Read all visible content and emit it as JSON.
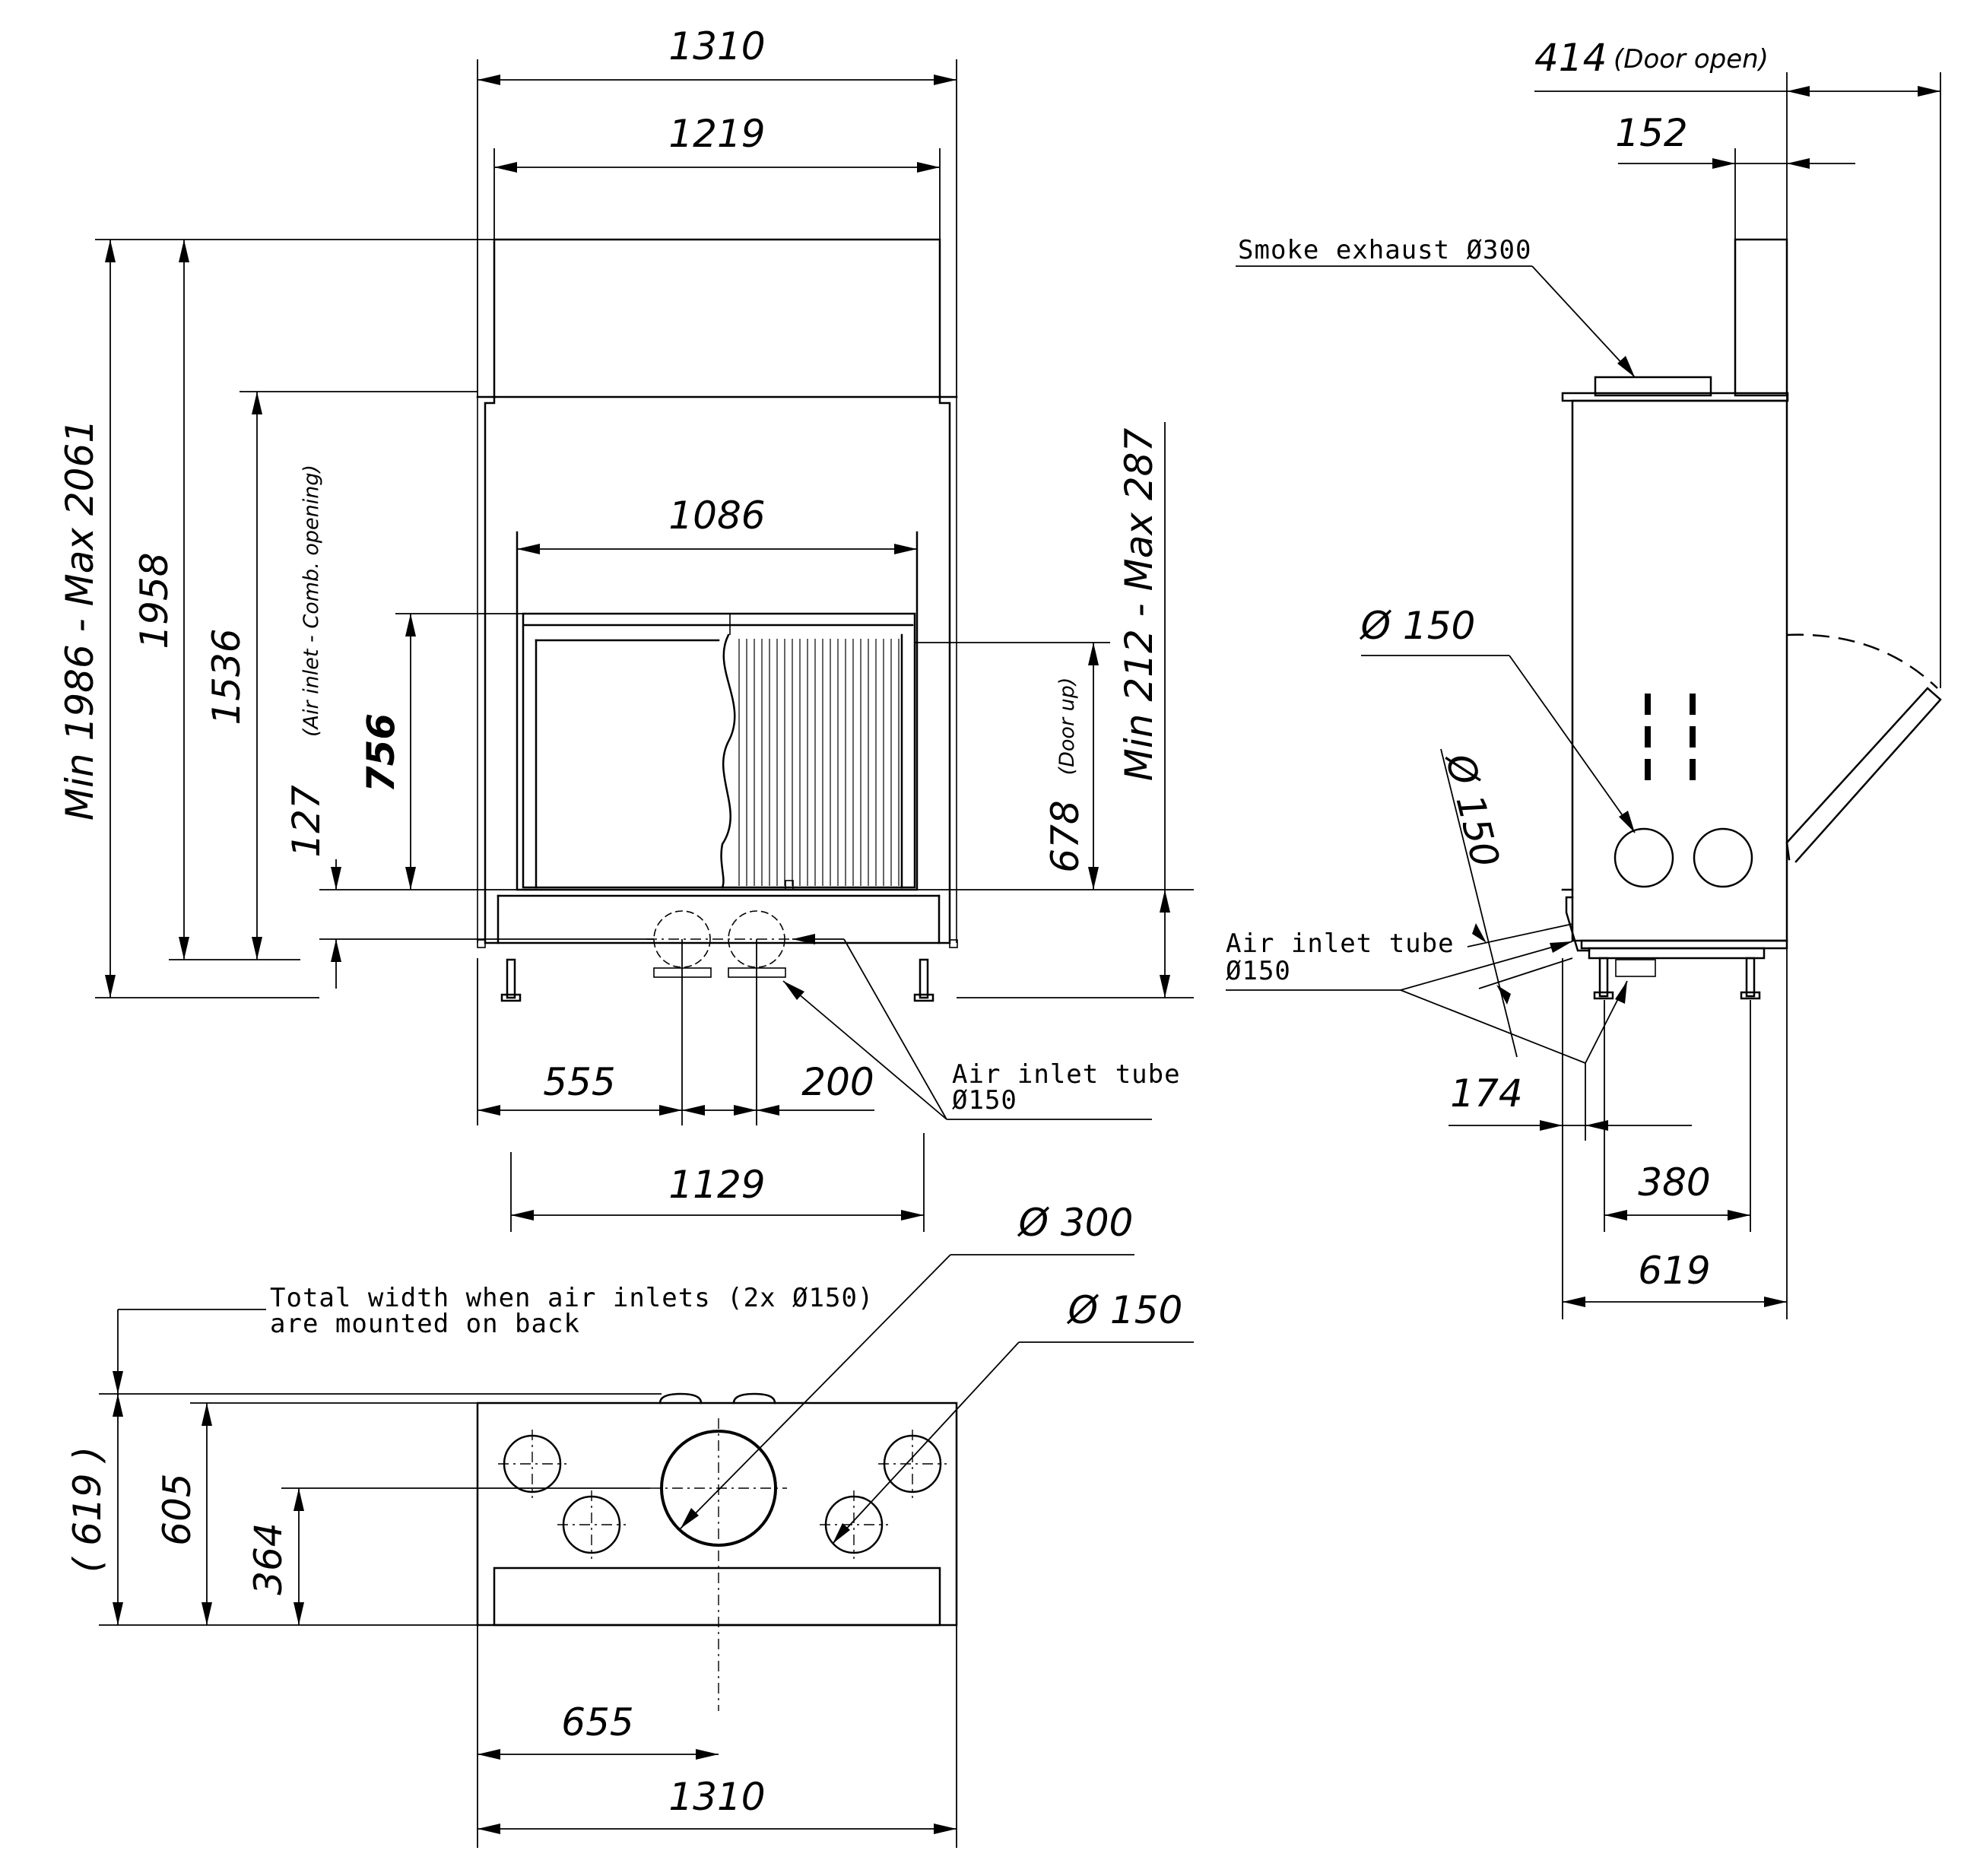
{
  "dimensions": {
    "front_width_1310": "1310",
    "front_width_1219": "1219",
    "front_opening_1086": "1086",
    "front_height_min_max": "Min 1986 - Max 2061",
    "front_height_1958": "1958",
    "front_height_1536": "1536",
    "air_inlet_127": "127",
    "air_inlet_127_note": "(Air inlet - Comb. opening)",
    "glass_height_756": "756",
    "door_up_678": "678",
    "door_up_note": "(Door up)",
    "leg_height_min_max": "Min 212 - Max 287",
    "inlet_pos_555": "555",
    "inlet_spacing_200": "200",
    "leg_span_1129": "1129",
    "side_door_open_414": "414",
    "door_open_note": "(Door open)",
    "side_flue_152": "152",
    "side_air_150": "Ø 150",
    "side_air_150_rot": "Ø 150",
    "side_174": "174",
    "side_380": "380",
    "side_depth_619": "619",
    "top_flue_300": "Ø 300",
    "top_air_150": "Ø 150",
    "top_depth_619": "( 619 )",
    "top_depth_605": "605",
    "top_flue_364": "364",
    "top_flue_655": "655",
    "top_width_1310": "1310"
  },
  "notes": {
    "smoke_exhaust": "Smoke exhaust Ø300",
    "air_inlet_tube_front_1": "Air inlet tube",
    "air_inlet_tube_front_2": "Ø150",
    "air_inlet_tube_side_1": "Air inlet tube",
    "air_inlet_tube_side_2": "Ø150",
    "total_width_1": "Total width when air inlets (2x Ø150)",
    "total_width_2": "are mounted on back"
  }
}
